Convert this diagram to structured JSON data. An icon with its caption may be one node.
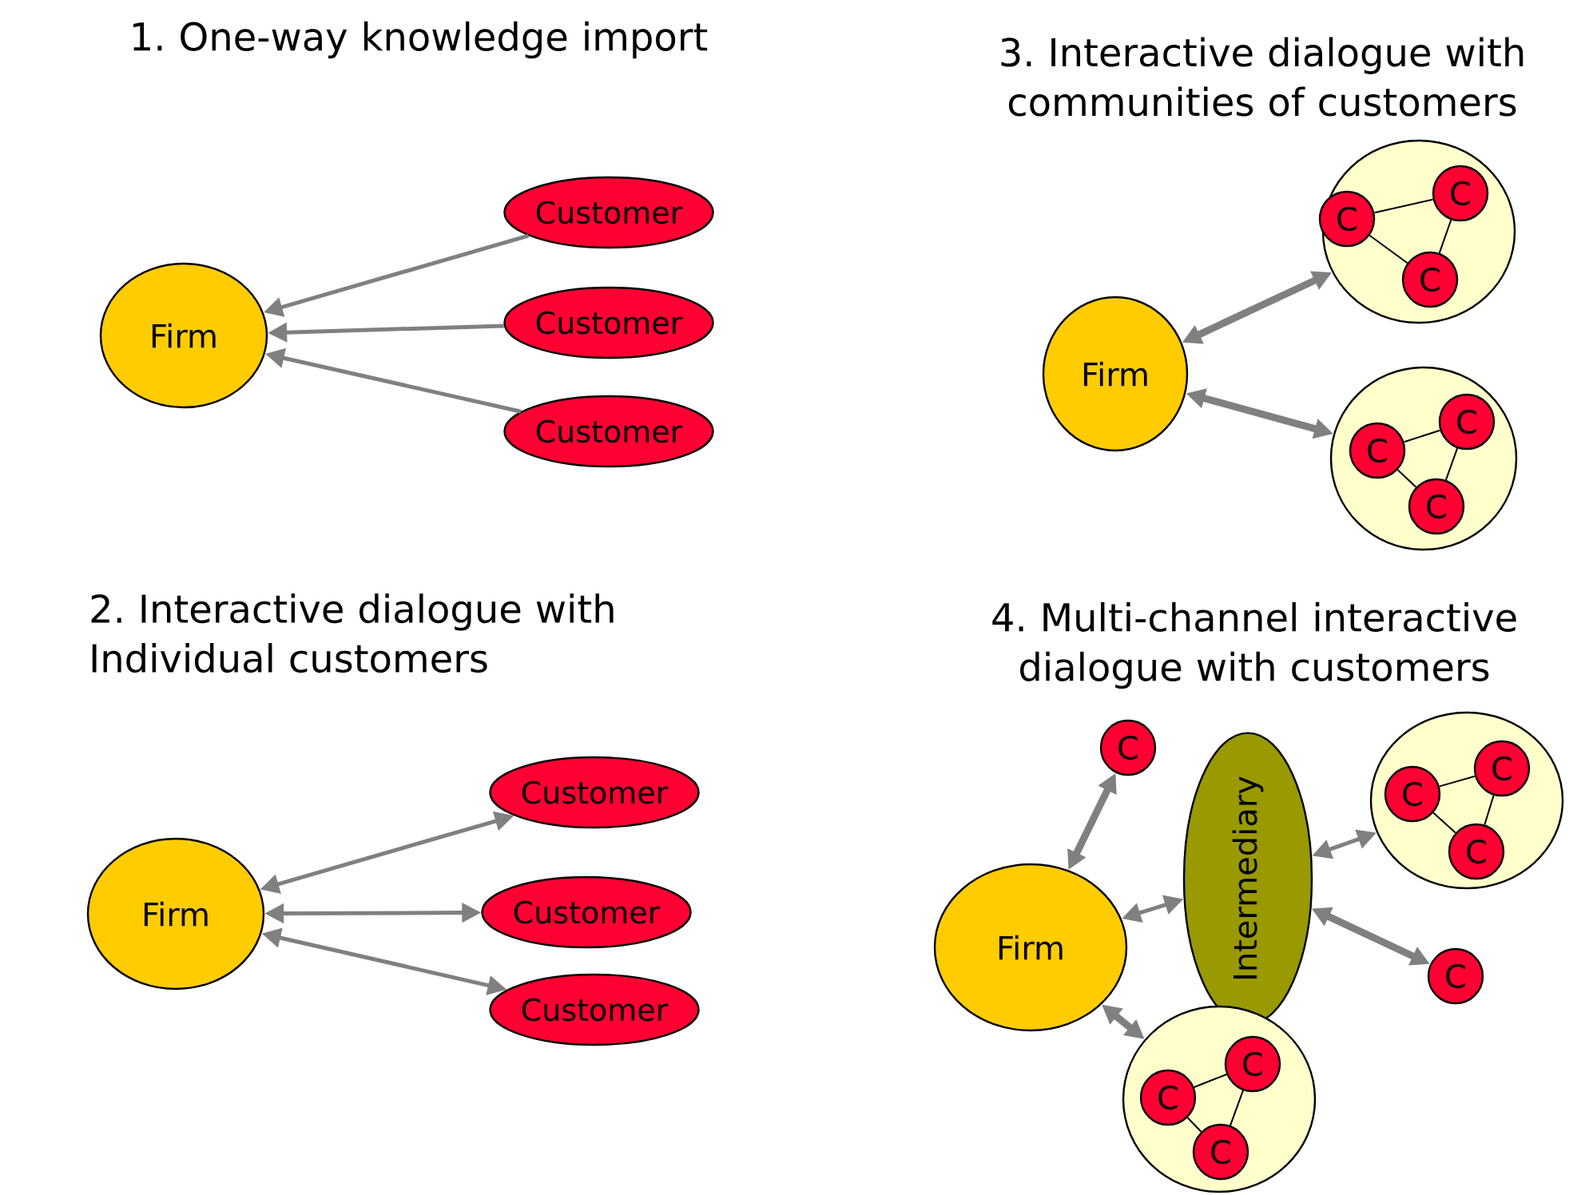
{
  "diagram": {
    "nodes": [
      {
        "text": [
          "Firm"
        ]
      },
      {
        "text": [
          "Customer"
        ]
      },
      {
        "text": [
          "Customer"
        ]
      },
      {
        "text": [
          "Customer"
        ]
      },
      {
        "text": [
          "Firm"
        ]
      },
      {
        "text": [
          "Customer"
        ]
      },
      {
        "text": [
          "Customer"
        ]
      },
      {
        "text": [
          "Customer"
        ]
      },
      {
        "text": [
          "Firm"
        ]
      },
      {
        "text": [],
        "shape": "circle"
      },
      {
        "text": [
          "C"
        ],
        "in": 9
      },
      {
        "text": [
          "C"
        ],
        "in": 9
      },
      {
        "text": [
          "C"
        ],
        "in": 9
      },
      {
        "text": [],
        "shape": "circle"
      },
      {
        "text": [
          "C"
        ],
        "in": 13
      },
      {
        "text": [
          "C"
        ],
        "in": 13
      },
      {
        "text": [
          "C"
        ],
        "in": 13
      },
      {
        "text": [
          "C"
        ]
      },
      {
        "text": [
          "Intermediary"
        ]
      },
      {
        "text": [],
        "shape": "circle"
      },
      {
        "text": [
          "C"
        ],
        "in": 19
      },
      {
        "text": [
          "C"
        ],
        "in": 19
      },
      {
        "text": [
          "C"
        ],
        "in": 19
      },
      {
        "text": [
          "Firm"
        ]
      },
      {
        "text": [
          "C"
        ]
      },
      {
        "text": [],
        "shape": "circle"
      },
      {
        "text": [
          "C"
        ],
        "in": 25
      },
      {
        "text": [
          "C"
        ],
        "in": 25
      },
      {
        "text": [
          "C"
        ],
        "in": 25
      }
    ],
    "edges": [
      {
        "from": 1,
        "to": 0,
        "arrow": "to"
      },
      {
        "from": 2,
        "to": 0,
        "arrow": "to"
      },
      {
        "from": 3,
        "to": 0,
        "arrow": "to"
      },
      {
        "from": 4,
        "to": 5,
        "arrow": "both"
      },
      {
        "from": 4,
        "to": 6,
        "arrow": "both"
      },
      {
        "from": 4,
        "to": 7,
        "arrow": "both"
      },
      {
        "from": 8,
        "to": 9,
        "arrow": "both",
        "style": "thick"
      },
      {
        "from": 8,
        "to": 13,
        "arrow": "both",
        "style": "thick"
      },
      {
        "from": 10,
        "to": 11,
        "arrow": "none",
        "color": "#000000"
      },
      {
        "from": 11,
        "to": 12,
        "arrow": "none",
        "color": "#000000"
      },
      {
        "from": 10,
        "to": 12,
        "arrow": "none",
        "color": "#000000"
      },
      {
        "from": 14,
        "to": 15,
        "arrow": "none",
        "color": "#000000"
      },
      {
        "from": 15,
        "to": 16,
        "arrow": "none",
        "color": "#000000"
      },
      {
        "from": 14,
        "to": 16,
        "arrow": "none",
        "color": "#000000"
      },
      {
        "from": 23,
        "to": 17,
        "arrow": "both",
        "style": "thick"
      },
      {
        "from": 23,
        "to": 18,
        "arrow": "both"
      },
      {
        "from": 18,
        "to": 19,
        "arrow": "both"
      },
      {
        "from": 18,
        "to": 24,
        "arrow": "both",
        "style": "thick"
      },
      {
        "from": 23,
        "to": 25,
        "arrow": "both",
        "style": "thick"
      },
      {
        "from": 20,
        "to": 21,
        "arrow": "none",
        "color": "#000000"
      },
      {
        "from": 21,
        "to": 22,
        "arrow": "none",
        "color": "#000000"
      },
      {
        "from": 20,
        "to": 22,
        "arrow": "none",
        "color": "#000000"
      },
      {
        "from": 26,
        "to": 27,
        "arrow": "none",
        "color": "#000000"
      },
      {
        "from": 27,
        "to": 28,
        "arrow": "none",
        "color": "#000000"
      },
      {
        "from": 26,
        "to": 28,
        "arrow": "none",
        "color": "#000000"
      }
    ],
    "labels": [
      "1. One-way knowledge import",
      "3. Interactive dialogue with communities of customers",
      "2. Interactive dialogue with Individual customers",
      "4. Multi-channel interactive dialogue with customers"
    ]
  }
}
